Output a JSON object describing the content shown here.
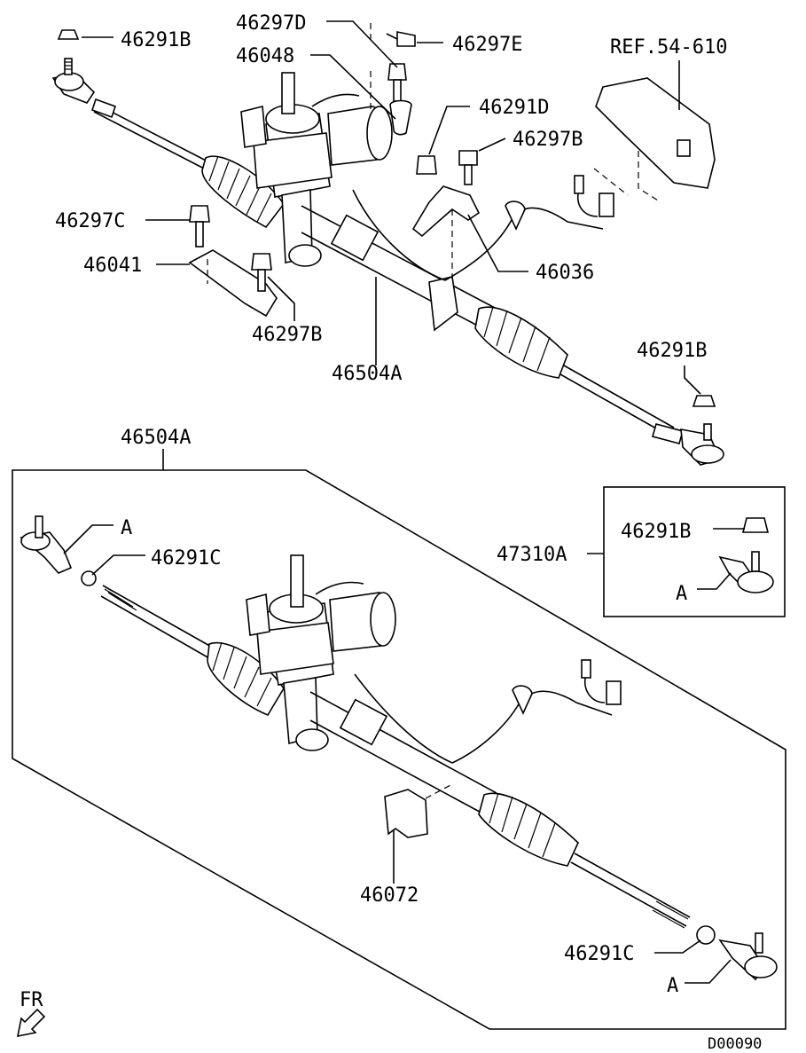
{
  "labels": {
    "l_46291B_top": "46291B",
    "l_46297D": "46297D",
    "l_46297E": "46297E",
    "l_46048": "46048",
    "l_ref": "REF.54-610",
    "l_46291D": "46291D",
    "l_46297B_right": "46297B",
    "l_46297C": "46297C",
    "l_46041": "46041",
    "l_46036": "46036",
    "l_46297B_left": "46297B",
    "l_46504A_top": "46504A",
    "l_46291B_right": "46291B",
    "l_46504A_box": "46504A",
    "l_A_left": "A",
    "l_46291C_left": "46291C",
    "l_47310A": "47310A",
    "l_46291B_inset": "46291B",
    "l_A_inset": "A",
    "l_46072": "46072",
    "l_46291C_right": "46291C",
    "l_A_right": "A",
    "l_fr": "FR"
  },
  "diagram_code": "D00090"
}
